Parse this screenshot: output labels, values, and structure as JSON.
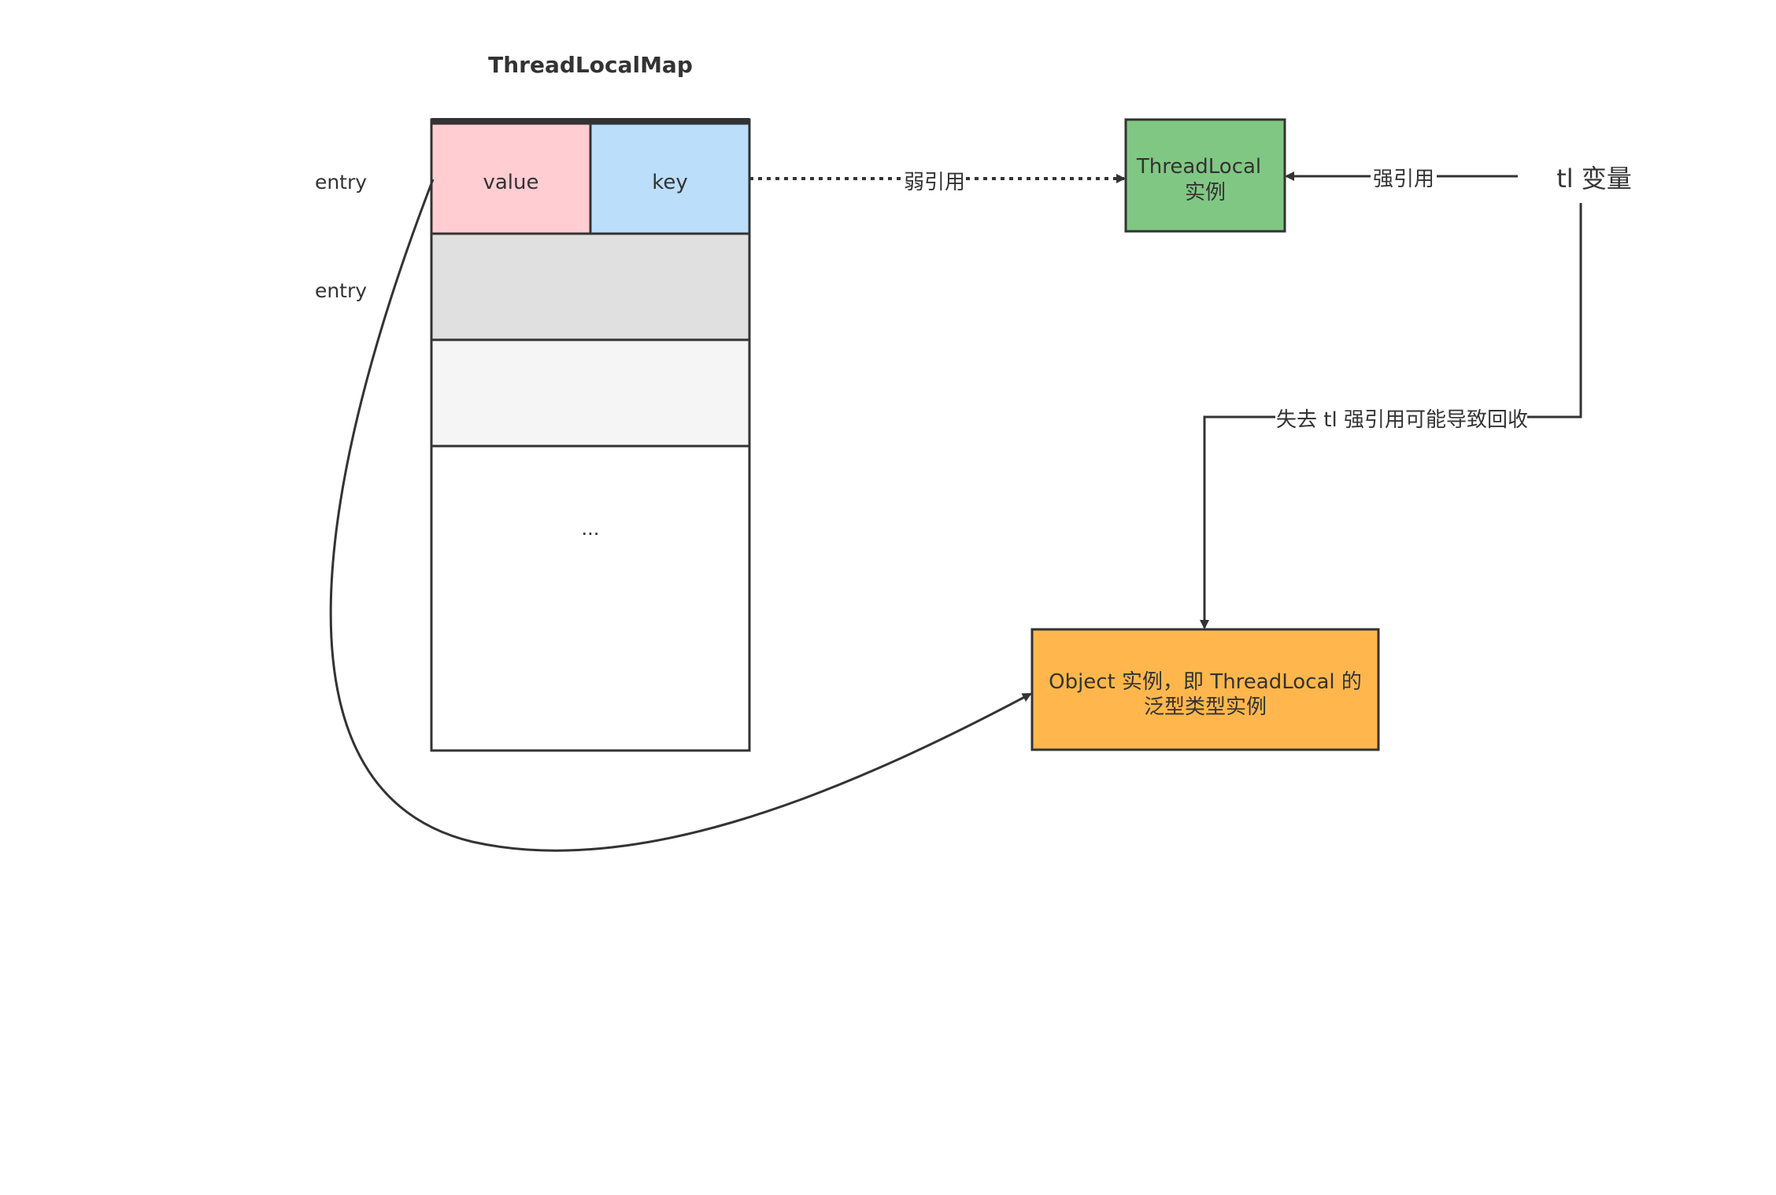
{
  "diagram": {
    "map_title": "ThreadLocalMap",
    "entry_labels": [
      "entry",
      "entry"
    ],
    "cells": {
      "value": "value",
      "key": "key",
      "ellipsis": "..."
    },
    "nodes": {
      "threadlocal_instance": [
        "ThreadLocal",
        "实例"
      ],
      "object_instance": [
        "Object 实例，即 ThreadLocal 的",
        "泛型类型实例"
      ],
      "tl_variable": "tl 变量"
    },
    "edges": {
      "weak_ref": "弱引用",
      "strong_ref": "强引用",
      "lose_ref": "失去 tl 强引用可能导致回收"
    },
    "colors": {
      "value_cell": "#ffcdd2",
      "key_cell": "#bbdefb",
      "entry2_cell": "#e0e0e0",
      "entry3_cell": "#f5f5f5",
      "threadlocal_node": "#81c784",
      "object_node": "#ffb74d",
      "stroke": "#333333"
    }
  }
}
